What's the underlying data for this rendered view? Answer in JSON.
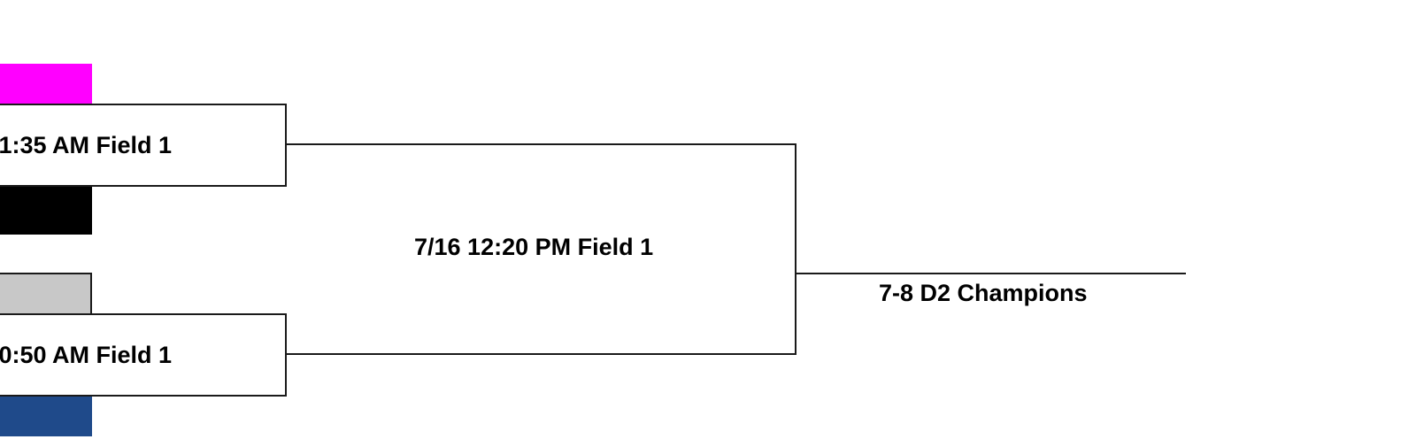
{
  "bracket": {
    "semifinal_top": {
      "time_label": "1:35 AM Field 1",
      "team_top_color": "#ff00ff",
      "team_bottom_color": "#000000"
    },
    "semifinal_bottom": {
      "time_label": "0:50 AM Field 1",
      "team_top_color": "#c8c8c8",
      "team_bottom_color": "#1f4a8a"
    },
    "final": {
      "time_label": "7/16 12:20 PM Field 1"
    },
    "champion": {
      "label": "7-8 D2 Champions"
    }
  }
}
